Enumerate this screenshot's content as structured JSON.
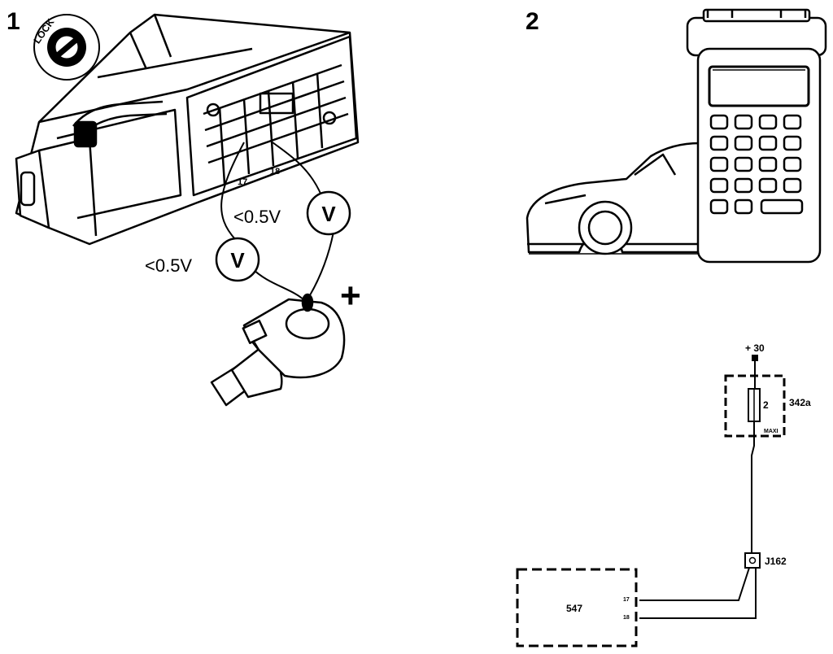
{
  "panel1": {
    "label": "1",
    "lock_label": "LOCK",
    "pin_a": "17",
    "pin_b": "18",
    "reading_a": "<0.5V",
    "reading_b": "<0.5V",
    "meter_symbol": "V",
    "terminal_sign": "+"
  },
  "panel2": {
    "label": "2"
  },
  "schematic": {
    "supply": "+ 30",
    "fuse_value": "2",
    "fuse_box_ref": "342a",
    "fuse_box_note": "MAXI",
    "connector_ref": "J162",
    "module_ref": "547",
    "module_pin_a": "17",
    "module_pin_b": "18"
  }
}
